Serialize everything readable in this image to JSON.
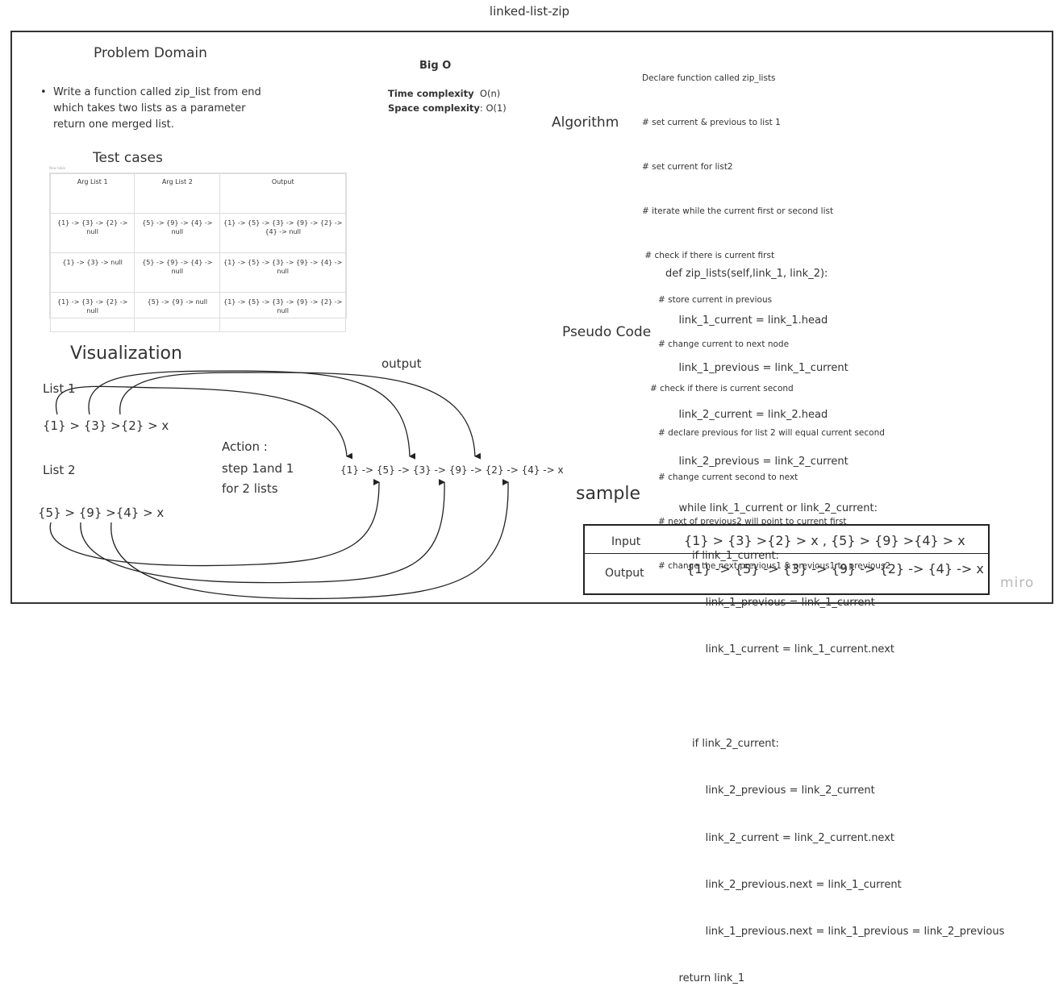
{
  "title": "linked-list-zip",
  "problem": {
    "heading": "Problem Domain",
    "bullet_lines": [
      "Write a function called zip_list from end",
      "which takes two lists as a parameter",
      "return one merged list."
    ]
  },
  "big_o": {
    "heading": "Big O",
    "time_label": "Time complexity",
    "time_value": "O(n)",
    "space_label": "Space complexity",
    "space_value": ": O(1)"
  },
  "algorithm": {
    "heading": "Algorithm",
    "lines": [
      "Declare function called zip_lists",
      "# set current & previous to list 1",
      "# set current for list2",
      "# iterate while the current first or second list",
      " # check if there is current first",
      "      # store current in previous",
      "      # change current to next node",
      "   # check if there is current second",
      "      # declare previous for list 2 will equal current second",
      "      # change current second to next",
      "      # next of previous2 will point to current first",
      "      # change the next previous1 & previous1 to previous2"
    ]
  },
  "test_cases": {
    "heading": "Test cases",
    "caption": "New table",
    "columns": [
      "Arg List 1",
      "Arg List 2",
      "Output"
    ],
    "rows": [
      [
        "{1} -> {3} -> {2} -> null",
        "{5} -> {9} -> {4} -> null",
        "{1} -> {5} -> {3} -> {9} -> {2} -> {4} -> null"
      ],
      [
        "{1} -> {3} -> null",
        "{5} -> {9} -> {4} -> null",
        "{1} -> {5} -> {3} -> {9} -> {4} -> null"
      ],
      [
        "{1} -> {3} -> {2} -> null",
        "{5} -> {9} -> null",
        "{1} -> {5} -> {3} -> {9} -> {2} -> null"
      ]
    ]
  },
  "pseudo": {
    "heading": "Pseudo Code",
    "lines": [
      "def zip_lists(self,link_1, link_2):",
      "    link_1_current = link_1.head",
      "    link_1_previous = link_1_current",
      "    link_2_current = link_2.head",
      "    link_2_previous = link_2_current",
      "    while link_1_current or link_2_current:",
      "        if link_1_current:",
      "            link_1_previous = link_1_current",
      "            link_1_current = link_1_current.next",
      "",
      "        if link_2_current:",
      "            link_2_previous = link_2_current",
      "            link_2_current = link_2_current.next",
      "            link_2_previous.next = link_1_current",
      "            link_1_previous.next = link_1_previous = link_2_previous",
      "    return link_1"
    ]
  },
  "visualization": {
    "heading": "Visualization",
    "list1_label": "List 1",
    "list1_value": "{1} > {3} >{2} > x",
    "list2_label": "List 2",
    "list2_value": "{5} > {9} >{4} > x",
    "action_lines": [
      "Action :",
      "step 1and 1",
      "for 2 lists"
    ],
    "output_label": "output",
    "output_value": "{1} -> {5} -> {3} -> {9} -> {2} -> {4} -> x"
  },
  "sample": {
    "heading": "sample",
    "input_label": "Input",
    "input_value": "{1} > {3} >{2} > x , {5} > {9} >{4} > x",
    "output_label": "Output",
    "output_value": "{1} -> {5} -> {3} -> {9} -> {2} -> {4} -> x"
  },
  "logo_text": "miro"
}
